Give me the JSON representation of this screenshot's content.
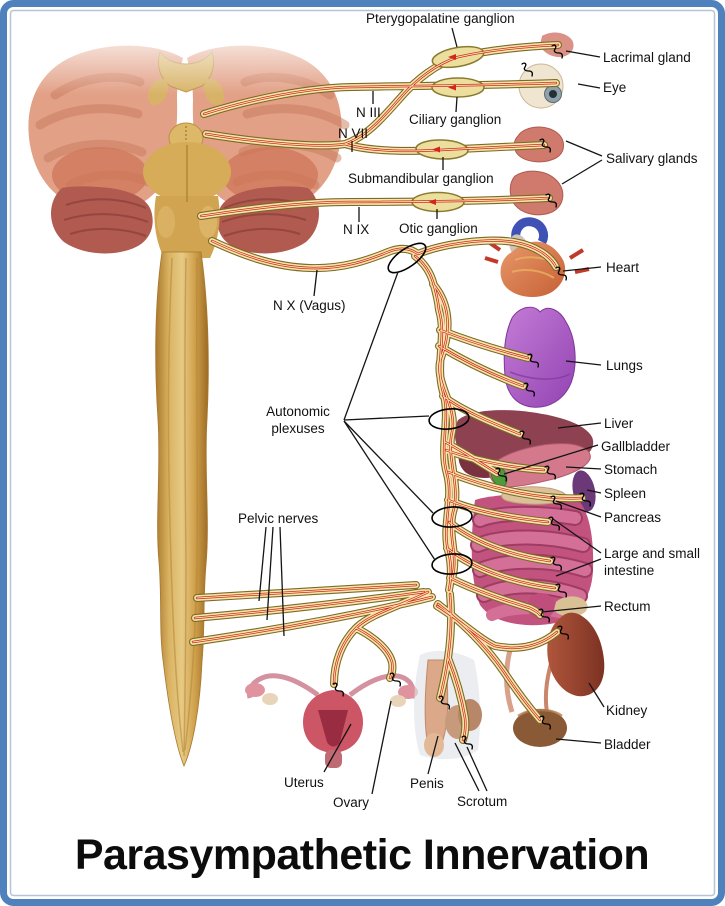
{
  "figure": {
    "title": "Parasympathetic Innervation"
  },
  "labels": {
    "pterygopalatine_ganglion": "Pterygopalatine ganglion",
    "lacrimal_gland": "Lacrimal gland",
    "eye": "Eye",
    "n_iii": "N III",
    "n_vii": "N VII",
    "ciliary_ganglion": "Ciliary ganglion",
    "submandibular_ganglion": "Submandibular ganglion",
    "salivary_glands": "Salivary glands",
    "n_ix": "N IX",
    "otic_ganglion": "Otic ganglion",
    "heart": "Heart",
    "n_x_vagus": "N X (Vagus)",
    "lungs": "Lungs",
    "autonomic_line1": "Autonomic",
    "autonomic_line2": "plexuses",
    "liver": "Liver",
    "gallbladder": "Gallbladder",
    "stomach": "Stomach",
    "spleen": "Spleen",
    "pancreas": "Pancreas",
    "pelvic_nerves": "Pelvic nerves",
    "intestine_line1": "Large and small",
    "intestine_line2": "intestine",
    "rectum": "Rectum",
    "kidney": "Kidney",
    "bladder": "Bladder",
    "uterus": "Uterus",
    "ovary": "Ovary",
    "penis": "Penis",
    "scrotum": "Scrotum"
  },
  "colors": {
    "frame_blue": "#4f81bd",
    "frame_inner": "#b6c4d6",
    "nerve_outline": "#7c6b24",
    "nerve_band": "#f3e7ad",
    "nerve_stripe": "#d3261b",
    "nerve_core": "#f3e7ad",
    "spinal_cord": "#d9ab52",
    "brain_cortex": "#e2a086",
    "cerebellum": "#b05a50",
    "heart": "#d3764a",
    "lungs": "#a957c0",
    "liver": "#8e4150",
    "stomach": "#d4798c",
    "gallbladder": "#4f9a3d",
    "spleen": "#6b3878",
    "pancreas": "#dcc09a",
    "intestine": "#c2537e",
    "rectum": "#c04e7c",
    "kidney": "#a34a35",
    "bladder": "#8a5a36",
    "uterus": "#cc5566",
    "skin": "#dba98a",
    "salivary": "#d07a6e",
    "label_text": "#111111"
  }
}
